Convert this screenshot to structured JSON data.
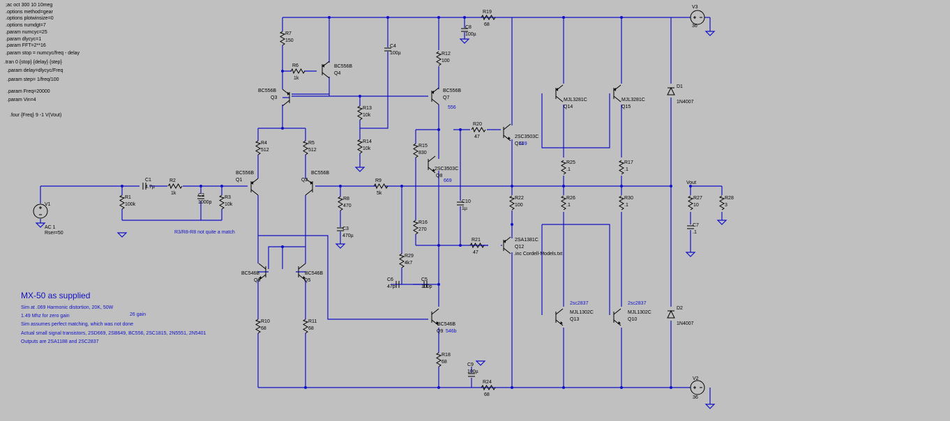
{
  "directives": [
    ";ac oct 300 10 10meg",
    ".options method=gear",
    ".options plotwinsize=0",
    ".options numdgt=7",
    ".param numcyc=25",
    ".param dlycyc=1",
    ".param FFT=2**16",
    ".param stop = numcyc/freq - delay",
    ".tran 0 {stop} {delay} {step}",
    ".param delay=dlycyc/Freq",
    ".param step= 1/freq/100",
    ".param Freq=20000",
    ".param Vin=4",
    ".four {Freq} 9 -1 V(Vout)"
  ],
  "notes": {
    "title": "MX-50 as supplied",
    "line1": "Sim at .069 Harmonic distortion, 20K, 50W",
    "line2": "1.49 Mhz for zero gain",
    "gain": "26 gain",
    "line3": "Sim assumes perfect matching, which was not done",
    "line4": "Actual  small signal transistors, 2SD669, 2SB649, BC556, 2SC1815, 2N5551, 2N5401",
    "line5": "Outputs are 2SA1188 and 2SC2837",
    "mismatch": "R3/R8-R8 not quite a match",
    "include": ".inc Cordell-Models.txt"
  },
  "labels": {
    "V1": "V1",
    "V1_ac": "AC 1",
    "V1_rser": "Rser=50",
    "V2": "V2",
    "V2_val": "36",
    "V3": "V3",
    "V3_val": "36",
    "R1": "R1",
    "R1_val": "100k",
    "C1": "C1",
    "C1_val": "4.7µ",
    "R2": "R2",
    "R2_val": "1k",
    "C2": "C2",
    "C2_val": "1000p",
    "R3": "R3",
    "R3_val": "10k",
    "R4": "R4",
    "R4_val": "512",
    "R5": "R5",
    "R5_val": "512",
    "R6": "R6",
    "R6_val": "1k",
    "R7": "R7",
    "R7_val": "150",
    "R8": "R8",
    "R8_val": "470",
    "C3": "C3",
    "C3_val": "470µ",
    "R9": "R9",
    "R9_val": "5k",
    "C4": "C4",
    "C4_val": "100µ",
    "R10": "R10",
    "R10_val": "68",
    "R11": "R11",
    "R11_val": "68",
    "R12": "R12",
    "R12_val": "100",
    "R13": "R13",
    "R13_val": "10k",
    "R14": "R14",
    "R14_val": "10k",
    "R15": "R15",
    "R15_val": "830",
    "R16": "R16",
    "R16_val": "270",
    "R17": "R17",
    "R17_val": ".1",
    "R18": "R18",
    "R18_val": "68",
    "R19": "R19",
    "R19_val": "68",
    "R20": "R20",
    "R20_val": "47",
    "R21": "R21",
    "R21_val": "47",
    "R22": "R22",
    "R22_val": "100",
    "R24": "R24",
    "R24_val": "68",
    "R25": "R25",
    "R25_val": ".1",
    "R26": "R26",
    "R26_val": ".1",
    "R27": "R27",
    "R27_val": "10",
    "R28": "R28",
    "R28_val": "3",
    "R29": "R29",
    "R29_val": "4k7",
    "R30": "R30",
    "R30_val": ".1",
    "C5": "C5",
    "C5_val": "100p",
    "C6": "C6",
    "C6_val": "47p",
    "C7": "C7",
    "C7_val": ".1",
    "C8": "C8",
    "C8_val": "100µ",
    "C9": "C9",
    "C9_val": "100µ",
    "C10": "C10",
    "C10_val": "1µ",
    "D1": "D1",
    "D1_val": "1N4007",
    "D2": "D2",
    "D2_val": "1N4007",
    "Q1": "Q1",
    "Q1_model": "BC556B",
    "Q2": "Q2",
    "Q2_model": "BC556B",
    "Q3": "Q3",
    "Q3_model": "BC556B",
    "Q4": "Q4",
    "Q4_model": "BC556B",
    "Q5": "Q5",
    "Q5_model": "BC546B",
    "Q6": "Q6",
    "Q6_model": "BC546B",
    "Q7": "Q7",
    "Q7_model": "BC556B",
    "Q7_note": "556",
    "Q8": "Q8",
    "Q8_model": "2SC3503C",
    "Q8_note": "669",
    "Q9": "Q9",
    "Q9_model": "BC546B",
    "Q9_note": "546b",
    "Q10": "Q10",
    "Q10_model": "MJL1302C",
    "Q10_note": "2sc2837",
    "Q11": "Q11",
    "Q11_model": "2SC3503C",
    "Q11_note": "649",
    "Q12": "Q12",
    "Q12_model": "2SA1381C",
    "Q13": "Q13",
    "Q13_model": "MJL1302C",
    "Q13_note": "2sc2837",
    "Q14": "Q14",
    "Q14_model": "MJL3281C",
    "Q15": "Q15",
    "Q15_model": "MJL3281C",
    "vout": "Vout"
  },
  "colors": {
    "background": "#c0c0c0",
    "wire": "#1010c8",
    "part": "#000000",
    "note": "#1010c8"
  }
}
